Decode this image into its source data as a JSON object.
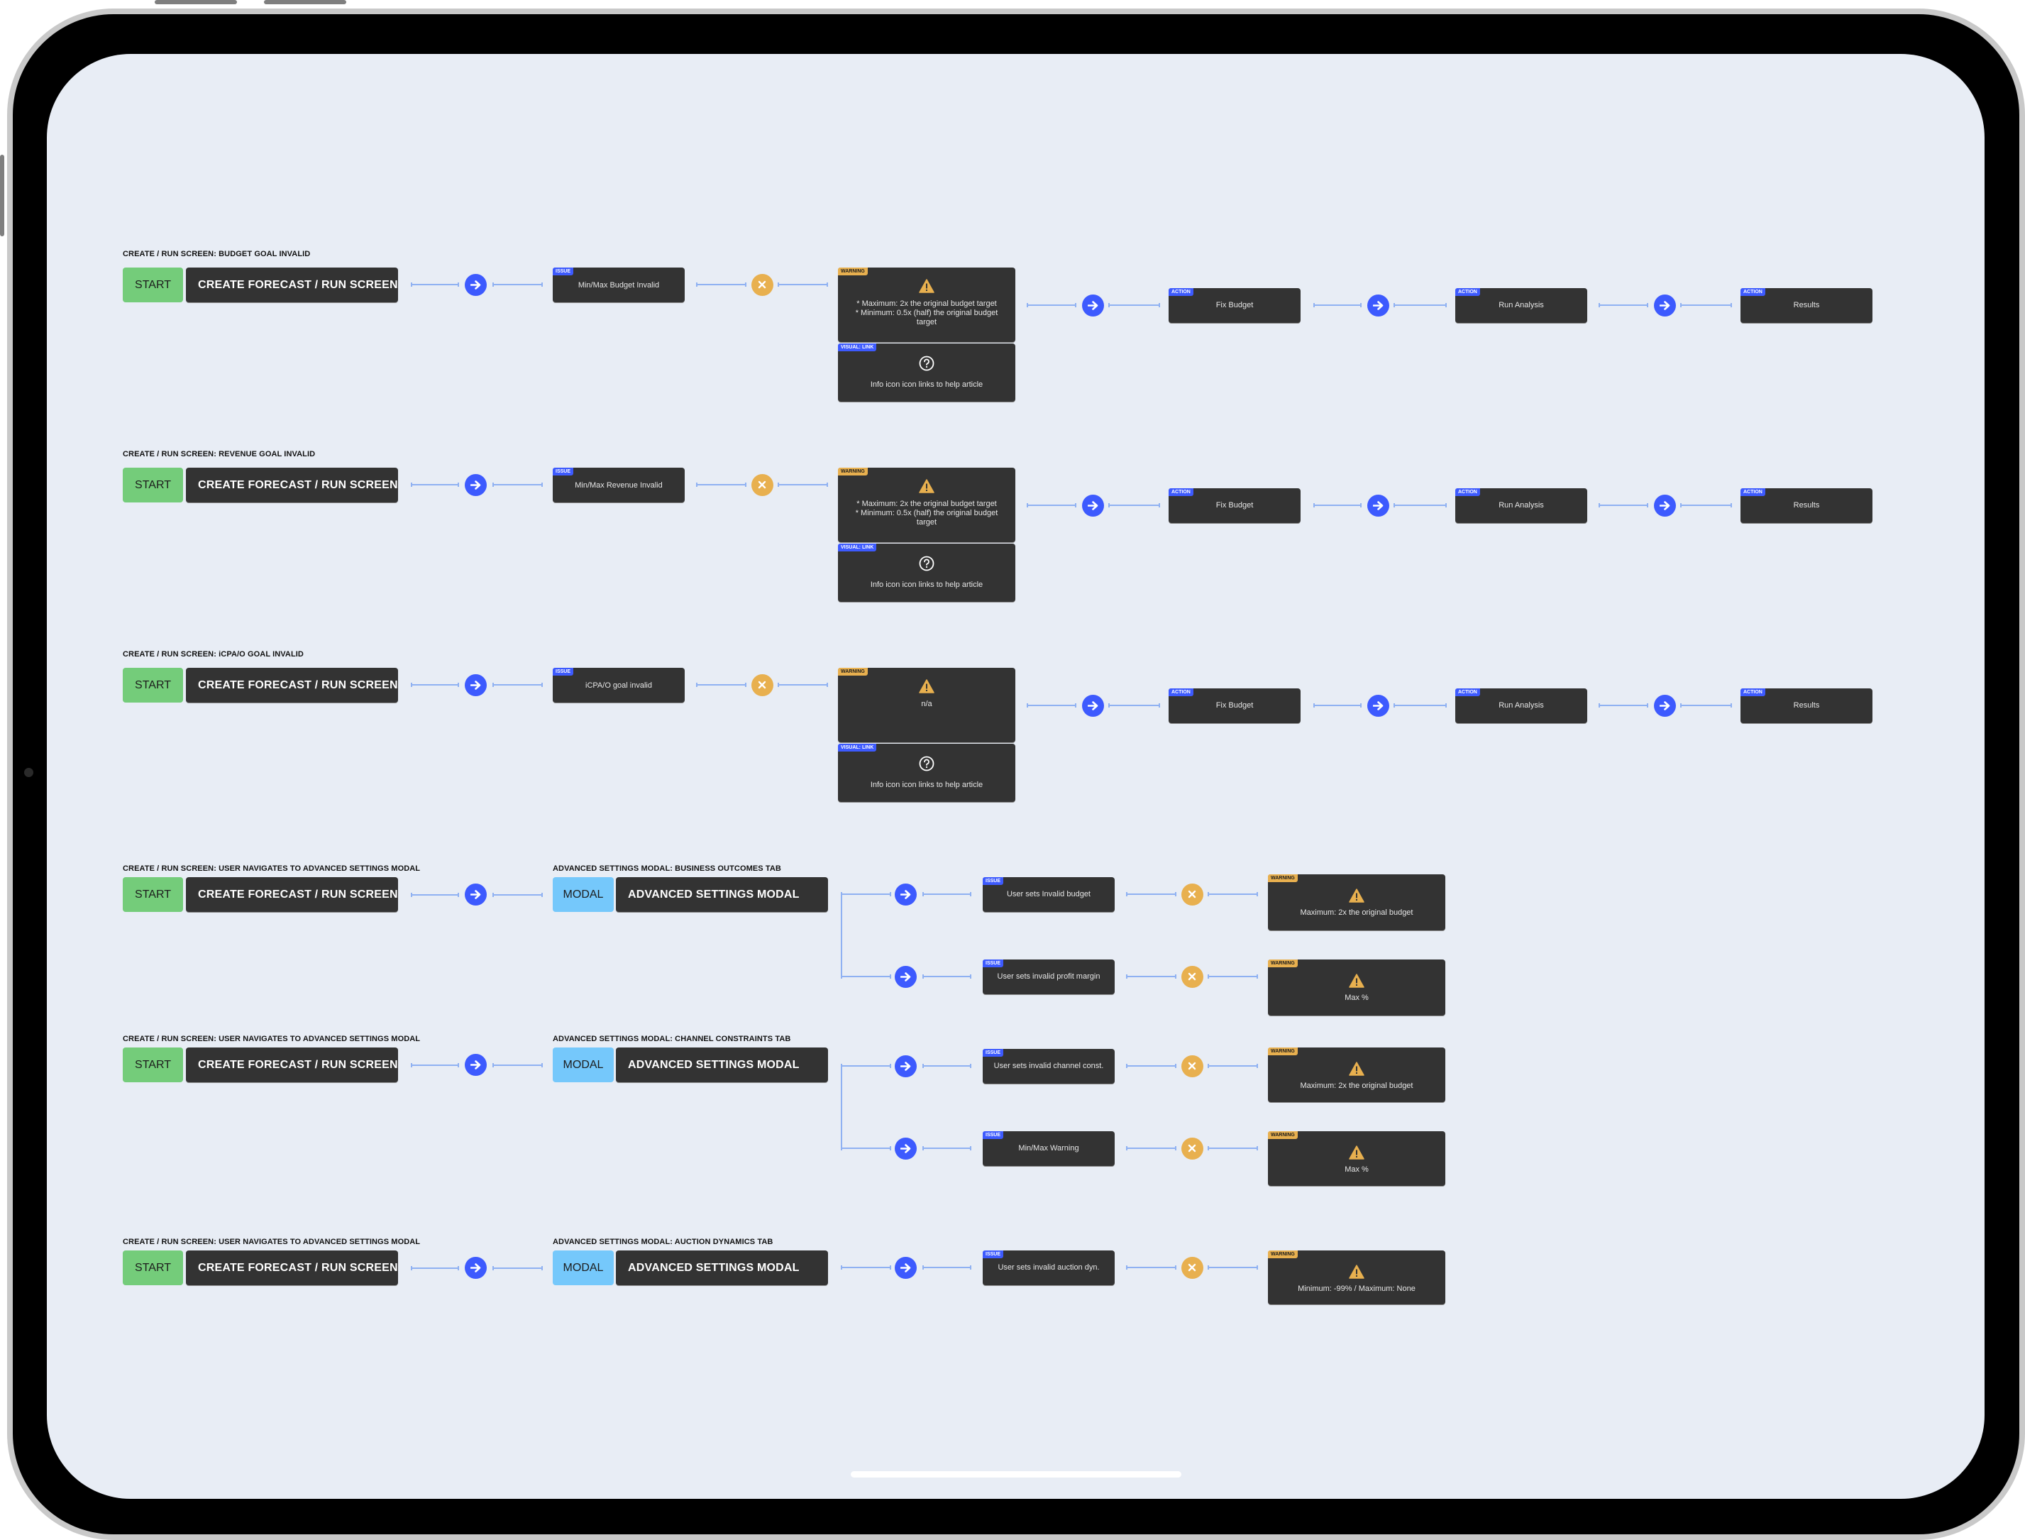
{
  "colors": {
    "background": "#e8edf5",
    "node": "#333333",
    "start": "#74cc7a",
    "modal": "#75c8fb",
    "arrow": "#3d5afe",
    "error": "#e8b04f",
    "connector": "#8fb1f2"
  },
  "flows": [
    {
      "title": "CREATE / RUN SCREEN: BUDGET GOAL INVALID",
      "start_label": "START",
      "screen_label": "CREATE FORECAST / RUN SCREEN",
      "issue": {
        "tag": "ISSUE",
        "text": "Min/Max Budget Invalid"
      },
      "warning": {
        "tag": "WARNING",
        "lines": [
          "* Maximum: 2x the original budget target",
          "* Minimum: 0.5x (half) the original budget target"
        ]
      },
      "visual_link": {
        "tag": "VISUAL: LINK",
        "text": "Info icon icon links to help article"
      },
      "actions": [
        {
          "tag": "ACTION",
          "text": "Fix Budget"
        },
        {
          "tag": "ACTION",
          "text": "Run Analysis"
        },
        {
          "tag": "ACTION",
          "text": "Results"
        }
      ]
    },
    {
      "title": "CREATE / RUN SCREEN: REVENUE GOAL INVALID",
      "start_label": "START",
      "screen_label": "CREATE FORECAST / RUN SCREEN",
      "issue": {
        "tag": "ISSUE",
        "text": "Min/Max Revenue Invalid"
      },
      "warning": {
        "tag": "WARNING",
        "lines": [
          "* Maximum: 2x the original budget target",
          "* Minimum: 0.5x (half) the original budget target"
        ]
      },
      "visual_link": {
        "tag": "VISUAL: LINK",
        "text": "Info icon icon links to help article"
      },
      "actions": [
        {
          "tag": "ACTION",
          "text": "Fix Budget"
        },
        {
          "tag": "ACTION",
          "text": "Run Analysis"
        },
        {
          "tag": "ACTION",
          "text": "Results"
        }
      ]
    },
    {
      "title": "CREATE / RUN SCREEN: iCPA/O GOAL INVALID",
      "start_label": "START",
      "screen_label": "CREATE FORECAST / RUN SCREEN",
      "issue": {
        "tag": "ISSUE",
        "text": "iCPA/O goal invalid"
      },
      "warning": {
        "tag": "WARNING",
        "lines": [
          "n/a"
        ]
      },
      "visual_link": {
        "tag": "VISUAL: LINK",
        "text": "Info icon icon links to help article"
      },
      "actions": [
        {
          "tag": "ACTION",
          "text": "Fix Budget"
        },
        {
          "tag": "ACTION",
          "text": "Run Analysis"
        },
        {
          "tag": "ACTION",
          "text": "Results"
        }
      ]
    }
  ],
  "advanced_flows": [
    {
      "title": "CREATE / RUN SCREEN: USER NAVIGATES TO ADVANCED SETTINGS MODAL",
      "modal_title": "ADVANCED SETTINGS MODAL: BUSINESS OUTCOMES TAB",
      "start_label": "START",
      "screen_label": "CREATE FORECAST / RUN SCREEN",
      "modal_label": "MODAL",
      "modal_screen_label": "ADVANCED SETTINGS MODAL",
      "branches": [
        {
          "issue": {
            "tag": "ISSUE",
            "text": "User sets Invalid budget"
          },
          "warning": {
            "tag": "WARNING",
            "text": "Maximum: 2x the original budget"
          }
        },
        {
          "issue": {
            "tag": "ISSUE",
            "text": "User sets invalid profit margin"
          },
          "warning": {
            "tag": "WARNING",
            "text": "Max %"
          }
        }
      ]
    },
    {
      "title": "CREATE / RUN SCREEN: USER NAVIGATES TO ADVANCED SETTINGS MODAL",
      "modal_title": "ADVANCED SETTINGS MODAL: CHANNEL CONSTRAINTS TAB",
      "start_label": "START",
      "screen_label": "CREATE FORECAST / RUN SCREEN",
      "modal_label": "MODAL",
      "modal_screen_label": "ADVANCED SETTINGS MODAL",
      "branches": [
        {
          "issue": {
            "tag": "ISSUE",
            "text": "User sets invalid channel const."
          },
          "warning": {
            "tag": "WARNING",
            "text": "Maximum: 2x the original budget"
          }
        },
        {
          "issue": {
            "tag": "ISSUE",
            "text": "Min/Max Warning"
          },
          "warning": {
            "tag": "WARNING",
            "text": "Max %"
          }
        }
      ]
    },
    {
      "title": "CREATE / RUN SCREEN: USER NAVIGATES TO ADVANCED SETTINGS MODAL",
      "modal_title": "ADVANCED SETTINGS MODAL: AUCTION DYNAMICS TAB",
      "start_label": "START",
      "screen_label": "CREATE FORECAST / RUN SCREEN",
      "modal_label": "MODAL",
      "modal_screen_label": "ADVANCED SETTINGS MODAL",
      "branches": [
        {
          "issue": {
            "tag": "ISSUE",
            "text": "User sets invalid auction dyn."
          },
          "warning": {
            "tag": "WARNING",
            "text": "Minimum: -99% / Maximum: None"
          }
        }
      ]
    }
  ]
}
